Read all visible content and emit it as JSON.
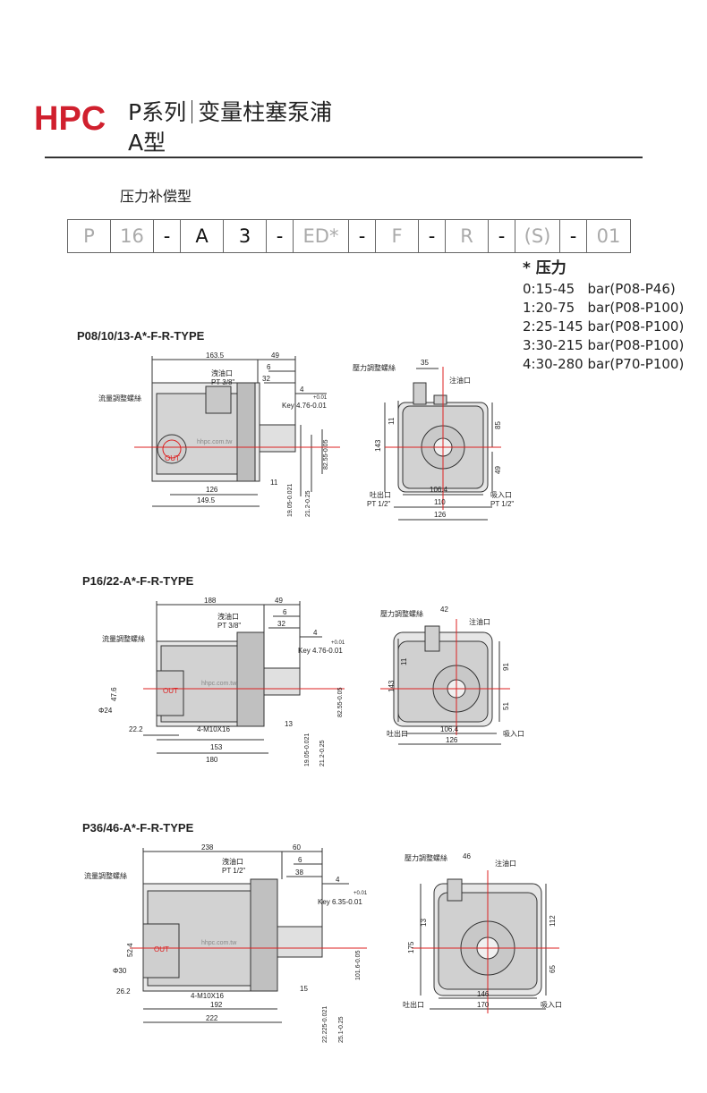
{
  "header": {
    "logo": "HPC",
    "series": "P系列",
    "product": "变量柱塞泵浦",
    "type": "A型"
  },
  "subtitle": "压力补偿型",
  "model_code": [
    "P",
    "16",
    "-",
    "A",
    "3",
    "-",
    "ED*",
    "-",
    "F",
    "-",
    "R",
    "-",
    "(S)",
    "-",
    "01"
  ],
  "pressure_legend": {
    "title": "* 压力",
    "items": [
      "0:15-45   bar(P08-P46)",
      "1:20-75   bar(P08-P100)",
      "2:25-145 bar(P08-P100)",
      "3:30-215 bar(P08-P100)",
      "4:30-280 bar(P70-P100)"
    ]
  },
  "drawings": [
    {
      "title": "P08/10/13-A*-F-R-TYPE",
      "side": {
        "d_top": "163.5",
        "d_shaft": "49",
        "d6": "6",
        "d32": "32",
        "d4": "4",
        "drain": "洩油口",
        "drain_size": "PT 3/8\"",
        "adjust": "流量調整螺絲",
        "key": "Key 4.76-0.01",
        "tol": "+0.01",
        "out": "OUT",
        "web": "hhpc.com.tw",
        "d_bot1": "126",
        "d_bot2": "149.5",
        "d11": "11",
        "dia1": "19.05-0.021",
        "dia2": "21.2-0.25",
        "dia3": "82.55-0.05"
      },
      "front": {
        "press_adj": "壓力調整螺絲",
        "d35": "35",
        "fill": "注油口",
        "h143": "143",
        "h11": "11",
        "h85": "85",
        "h49": "49",
        "w106": "106.4",
        "w110": "110",
        "w126": "126",
        "outlet": "吐出口",
        "outlet_size": "PT 1/2\"",
        "inlet": "吸入口",
        "inlet_size": "PT 1/2\""
      }
    },
    {
      "title": "P16/22-A*-F-R-TYPE",
      "side": {
        "d_top": "188",
        "d_shaft": "49",
        "d6": "6",
        "d32": "32",
        "d4": "4",
        "drain": "洩油口",
        "drain_size": "PT 3/8\"",
        "adjust": "流量調整螺絲",
        "key": "Key 4.76-0.01",
        "tol": "+0.01",
        "out": "OUT",
        "web": "hhpc.com.tw",
        "d476": "47.6",
        "d24": "Φ24",
        "d222": "22.2",
        "bolt": "4-M10X16",
        "d13": "13",
        "d_bot1": "153",
        "d_bot2": "180",
        "dia1": "19.05-0.021",
        "dia2": "21.2-0.25",
        "dia3": "82.55-0.05"
      },
      "front": {
        "press_adj": "壓力調整螺絲",
        "d42": "42",
        "fill": "注油口",
        "h143": "143",
        "h11": "11",
        "h91": "91",
        "h51": "51",
        "w106": "106.4",
        "w126": "126",
        "outlet": "吐出口",
        "inlet": "吸入口"
      }
    },
    {
      "title": "P36/46-A*-F-R-TYPE",
      "side": {
        "d_top": "238",
        "d_shaft": "60",
        "d6": "6",
        "d38": "38",
        "d4": "4",
        "drain": "洩油口",
        "drain_size": "PT 1/2\"",
        "adjust": "流量調整螺絲",
        "key": "Key 6.35-0.01",
        "tol": "+0.01",
        "out": "OUT",
        "web": "hhpc.com.tw",
        "d524": "52.4",
        "d30": "Φ30",
        "d262": "26.2",
        "bolt": "4-M10X16",
        "d15": "15",
        "d_bot1": "192",
        "d_bot2": "222",
        "dia1": "22.225-0.021",
        "dia2": "25.1-0.25",
        "dia3": "101.6-0.05"
      },
      "front": {
        "press_adj": "壓力調整螺絲",
        "d46": "46",
        "fill": "注油口",
        "h175": "175",
        "h13": "13",
        "h112": "112",
        "h65": "65",
        "w146": "146",
        "w170": "170",
        "outlet": "吐出口",
        "inlet": "吸入口"
      }
    }
  ]
}
